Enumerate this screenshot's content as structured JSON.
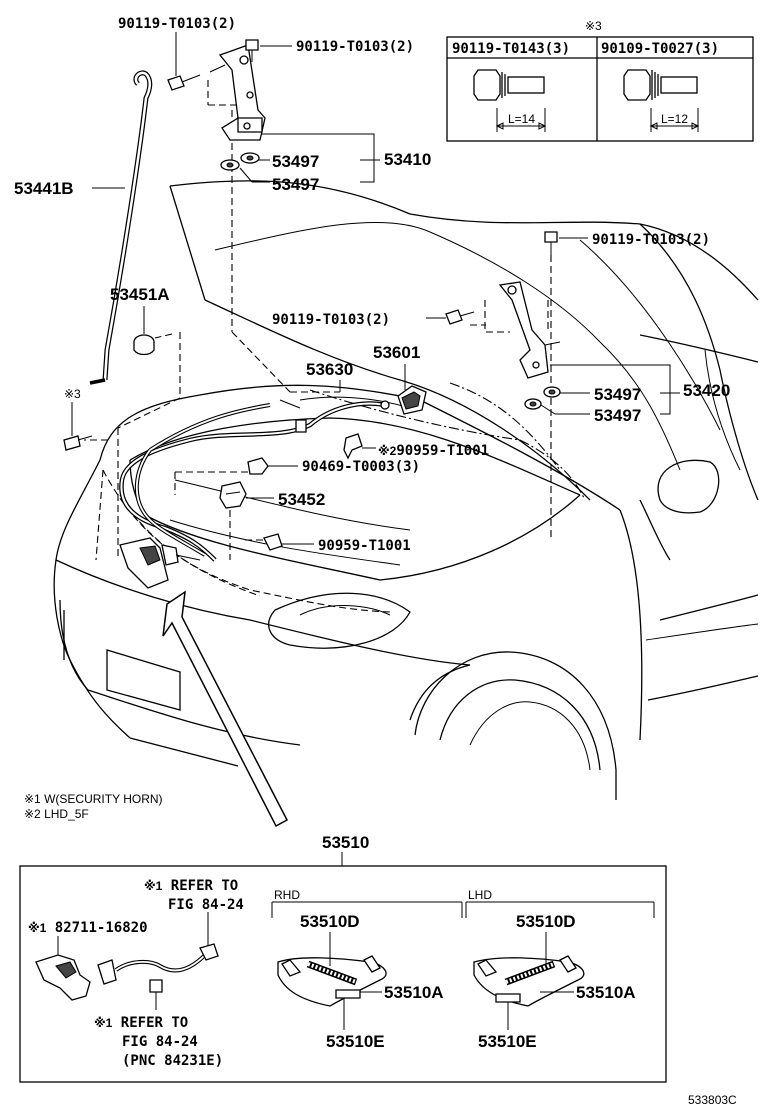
{
  "labels": {
    "hinge_bolt_left_top": "90119-T0103",
    "hinge_bolt_left_top_qty": "(2)",
    "hinge_bolt_left_right": "90119-T0103",
    "hinge_bolt_left_right_qty": "(2)",
    "washer_a": "53497",
    "washer_b": "53497",
    "hinge_left": "53410",
    "support_rod": "53441B",
    "rod_holder": "53451A",
    "note3_marker": "※3",
    "hinge_bolt_right_top": "90119-T0103",
    "hinge_bolt_right_top_qty": "(2)",
    "hinge_bolt_right_side": "90119-T0103",
    "hinge_bolt_right_side_qty": "(2)",
    "lock_cable": "53630",
    "latch_switch": "53601",
    "washer_c": "53497",
    "washer_d": "53497",
    "hinge_right": "53420",
    "clamp_a_prefix": "※2",
    "clamp_a": "90959-T1001",
    "clip_main": "90469-T0003",
    "clip_main_qty": "(3)",
    "release_handle": "53452",
    "clamp_b": "90959-T1001",
    "lock_assy": "53510",
    "drawing_no": "533803C"
  },
  "bolt_table": {
    "marker": "※3",
    "columns": [
      {
        "part": "90119-T0143",
        "qty": "(3)",
        "length": "L=14"
      },
      {
        "part": "90109-T0027",
        "qty": "(3)",
        "length": "L=12"
      }
    ]
  },
  "notes": [
    {
      "marker": "※1",
      "text": "W(SECURITY HORN)"
    },
    {
      "marker": "※2",
      "text": "LHD_5F"
    }
  ],
  "detail": {
    "refer_top_prefix": "※1",
    "refer_top_line1": "REFER TO",
    "refer_top_line2": "FIG 84-24",
    "horn_prefix": "※1",
    "horn_part": "82711-16820",
    "refer_bottom_prefix": "※1",
    "refer_bottom_line1": "REFER TO",
    "refer_bottom_line2": "FIG 84-24",
    "refer_bottom_line3": "(PNC 84231E)",
    "rhd_label": "RHD",
    "lhd_label": "LHD",
    "rhd": {
      "spring": "53510D",
      "latch": "53510A",
      "bolt": "53510E"
    },
    "lhd": {
      "spring": "53510D",
      "latch": "53510A",
      "bolt": "53510E"
    }
  }
}
